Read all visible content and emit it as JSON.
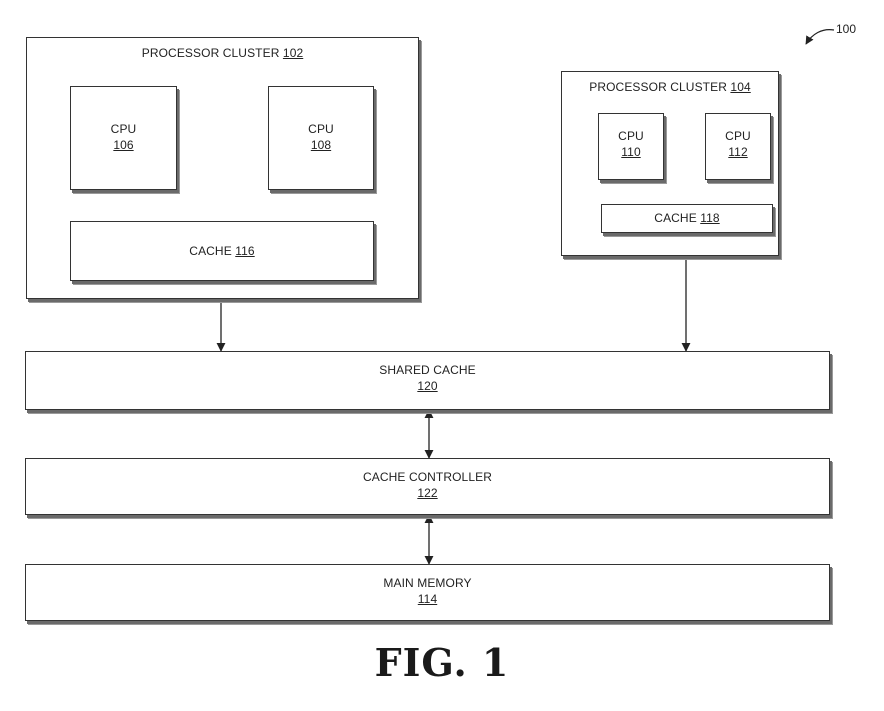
{
  "diagram": {
    "figure_ref": "100",
    "caption": "FIG. 1",
    "cluster_a": {
      "label": "PROCESSOR CLUSTER",
      "ref": "102"
    },
    "cluster_b": {
      "label": "PROCESSOR CLUSTER",
      "ref": "104"
    },
    "cpu_106": {
      "label": "CPU",
      "ref": "106"
    },
    "cpu_108": {
      "label": "CPU",
      "ref": "108"
    },
    "cpu_110": {
      "label": "CPU",
      "ref": "110"
    },
    "cpu_112": {
      "label": "CPU",
      "ref": "112"
    },
    "cache_116": {
      "label": "CACHE",
      "ref": "116"
    },
    "cache_118": {
      "label": "CACHE",
      "ref": "118"
    },
    "shared_cache": {
      "label": "SHARED CACHE",
      "ref": "120"
    },
    "cache_controller": {
      "label": "CACHE CONTROLLER",
      "ref": "122"
    },
    "main_memory": {
      "label": "MAIN MEMORY",
      "ref": "114"
    }
  }
}
